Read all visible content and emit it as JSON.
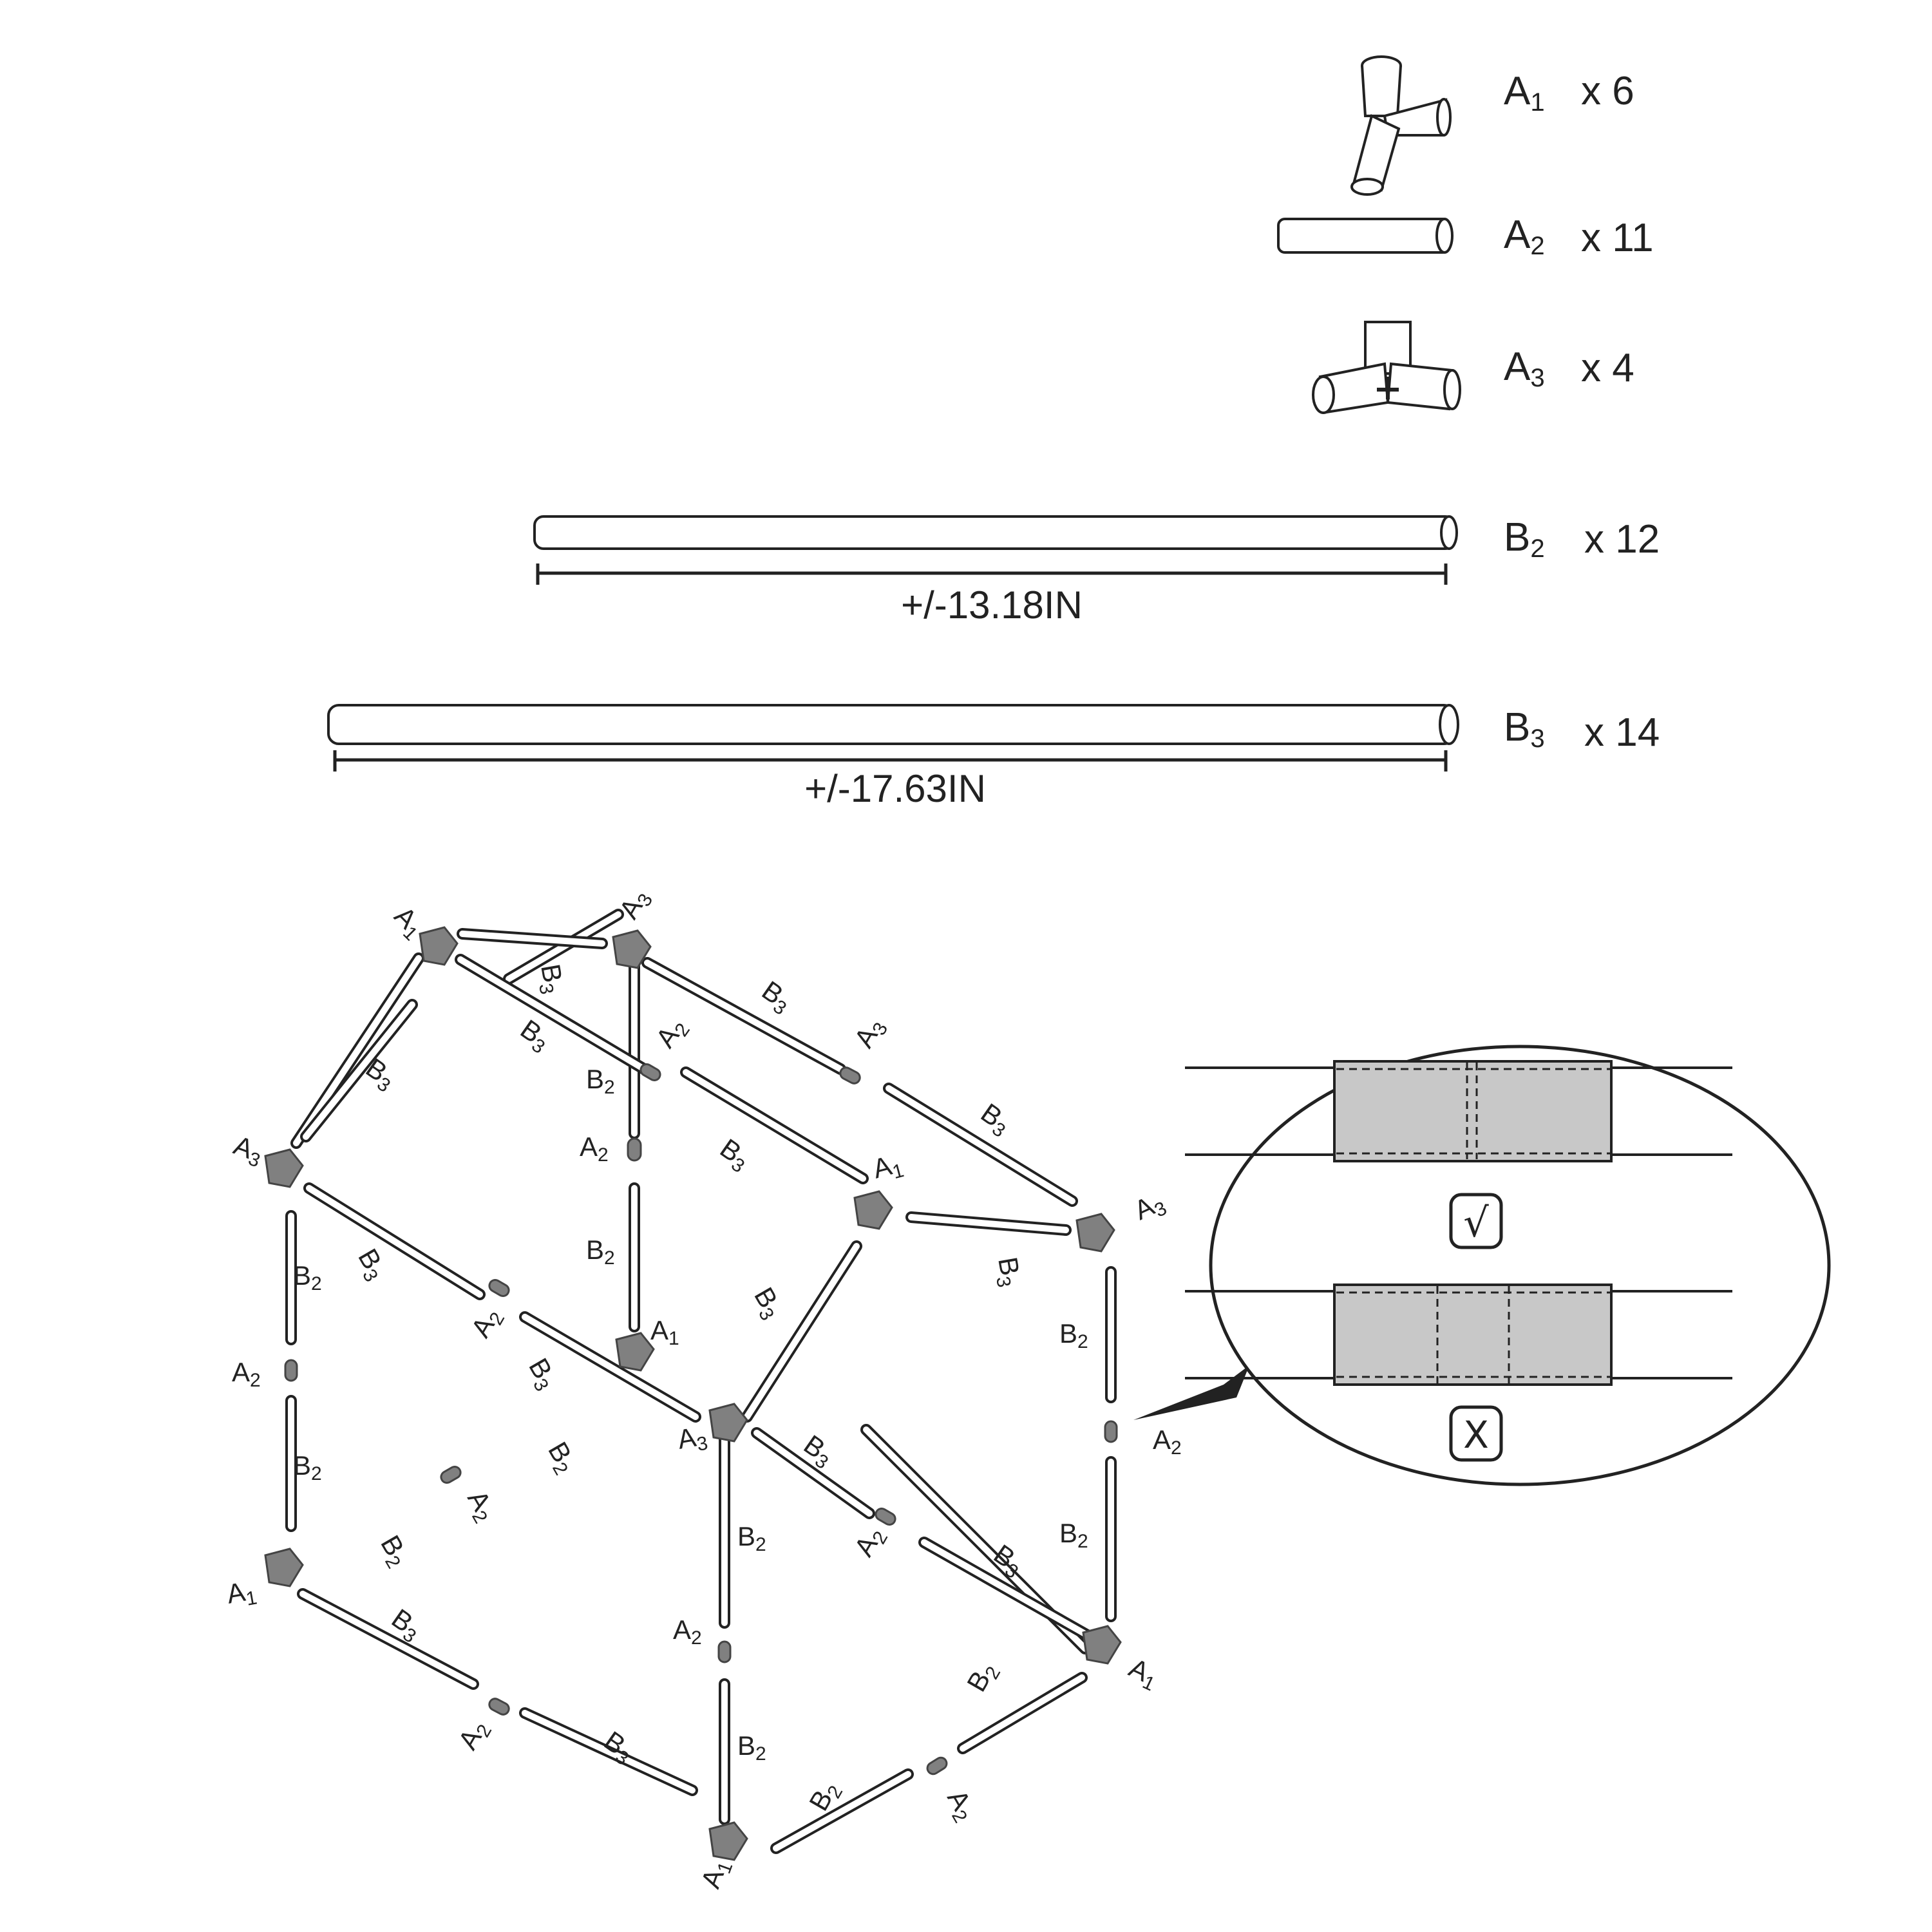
{
  "parts": [
    {
      "code": "A",
      "sub": "1",
      "qty": "x 6"
    },
    {
      "code": "A",
      "sub": "2",
      "qty": "x 11"
    },
    {
      "code": "A",
      "sub": "3",
      "qty": "x 4"
    },
    {
      "code": "B",
      "sub": "2",
      "qty": "x 12"
    },
    {
      "code": "B",
      "sub": "3",
      "qty": "x 14"
    }
  ],
  "dimensions": {
    "b2_length": "+/-13.18IN",
    "b3_length": "+/-17.63IN"
  },
  "frame_labels": {
    "a1": "A1",
    "a2": "A2",
    "a3": "A3",
    "b2": "B2",
    "b3": "B3"
  },
  "detail": {
    "correct_mark": "√",
    "wrong_mark": "X"
  }
}
